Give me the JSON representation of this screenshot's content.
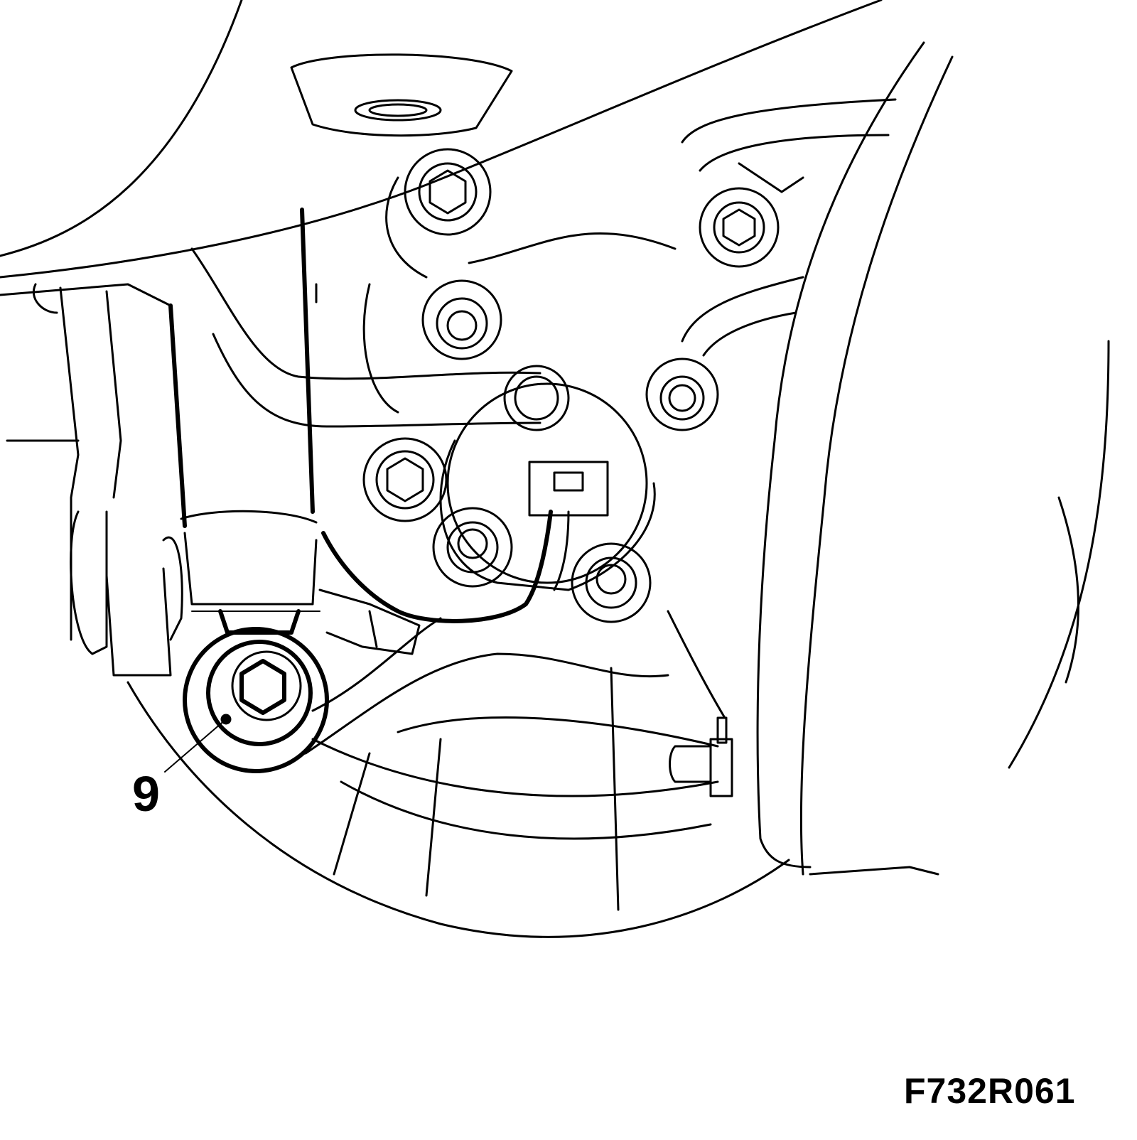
{
  "callouts": [
    {
      "label": "9",
      "target": "bushing-bolt"
    }
  ],
  "figure_code": "F732R061"
}
